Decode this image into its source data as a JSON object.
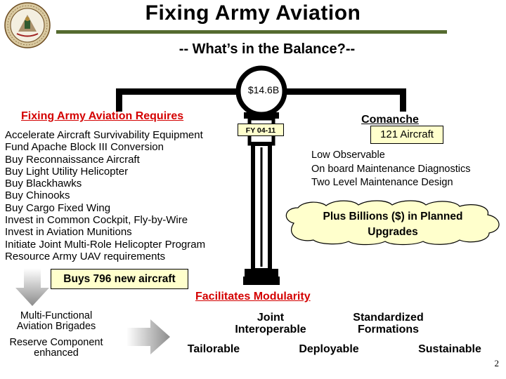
{
  "header": {
    "title": "Fixing Army Aviation",
    "subtitle": "-- What’s in the Balance?--"
  },
  "scale": {
    "amount": "$14.6B",
    "fiscal_years": "FY 04-11"
  },
  "left_side": {
    "heading": "Fixing Army Aviation Requires",
    "items": [
      "Accelerate Aircraft Survivability Equipment",
      "Fund Apache Block III Conversion",
      "Buy Reconnaissance Aircraft",
      "Buy Light Utility Helicopter",
      "Buy Blackhawks",
      "Buy Chinooks",
      "Buy Cargo Fixed Wing",
      "Invest in Common Cockpit, Fly-by-Wire",
      "Invest in Aviation Munitions",
      "Initiate Joint Multi-Role Helicopter Program",
      "Resource Army UAV requirements"
    ],
    "result": "Buys 796 new aircraft"
  },
  "right_side": {
    "heading": "Comanche",
    "count": "121 Aircraft",
    "features": [
      "Low Observable",
      "On board Maintenance Diagnostics",
      "Two Level Maintenance Design"
    ],
    "cloud_line1": "Plus Billions ($) in Planned",
    "cloud_line2": "Upgrades"
  },
  "outcomes": {
    "left_line1": "Multi-Functional",
    "left_line2": "Aviation Brigades",
    "left_line3": "Reserve Component",
    "left_line4": "enhanced",
    "heading": "Facilitates Modularity",
    "joint_line1": "Joint",
    "joint_line2": "Interoperable",
    "standardized_line1": "Standardized",
    "standardized_line2": "Formations",
    "tailorable": "Tailorable",
    "deployable": "Deployable",
    "sustainable": "Sustainable"
  },
  "page_number": "2",
  "colors": {
    "accent_red": "#d40000",
    "highlight_yellow": "#ffffcc",
    "title_rule": "#556b2f"
  },
  "icons": {
    "seal": "army-seal-icon",
    "scale": "balance-scale-icon",
    "down_arrow": "down-arrow-icon",
    "right_arrow": "right-arrow-icon"
  }
}
